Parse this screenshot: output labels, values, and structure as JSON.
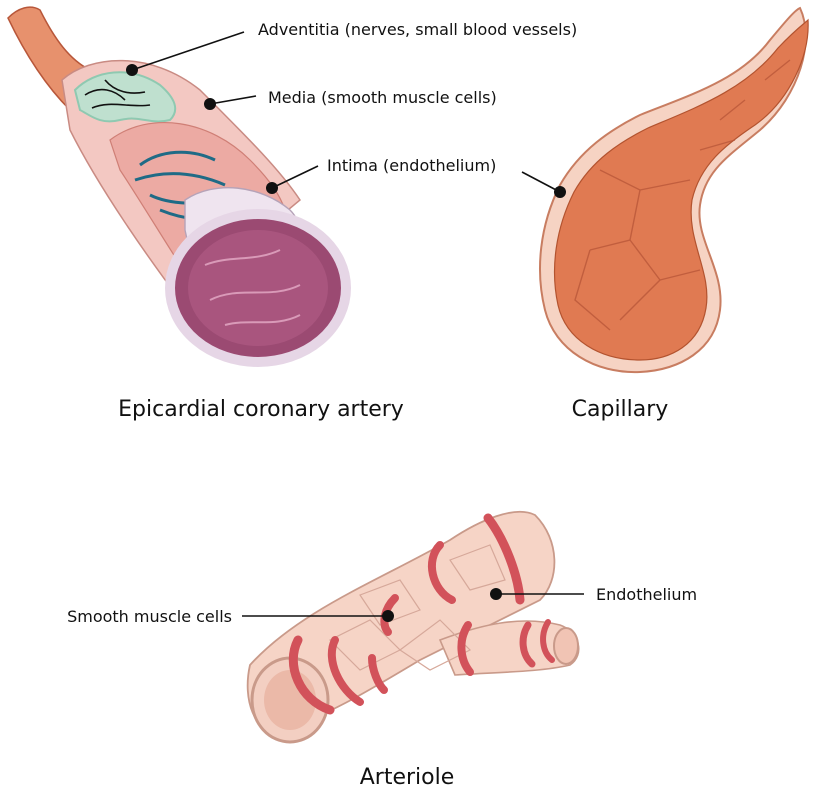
{
  "labels": {
    "adventitia": "Adventitia (nerves, small blood vessels)",
    "media": "Media (smooth muscle cells)",
    "intima": "Intima (endothelium)",
    "smooth_muscle": "Smooth muscle cells",
    "endothelium": "Endothelium"
  },
  "captions": {
    "artery": "Epicardial coronary artery",
    "capillary": "Capillary",
    "arteriole": "Arteriole"
  },
  "colors": {
    "artery_outer": "#e7916d",
    "artery_media": "#f3c8c2",
    "adventitia_network": "#8fc9b1",
    "intima_nerves": "#1f6b86",
    "artery_lumen": "#9b4a72",
    "capillary_fill": "#e07a52",
    "capillary_wall": "#f6d3c3",
    "arteriole_body": "#f6d4c6",
    "arteriole_muscle": "#d2525a"
  },
  "icons": {
    "artery": "coronary-artery-illustration",
    "capillary": "capillary-illustration",
    "arteriole": "arteriole-illustration"
  }
}
